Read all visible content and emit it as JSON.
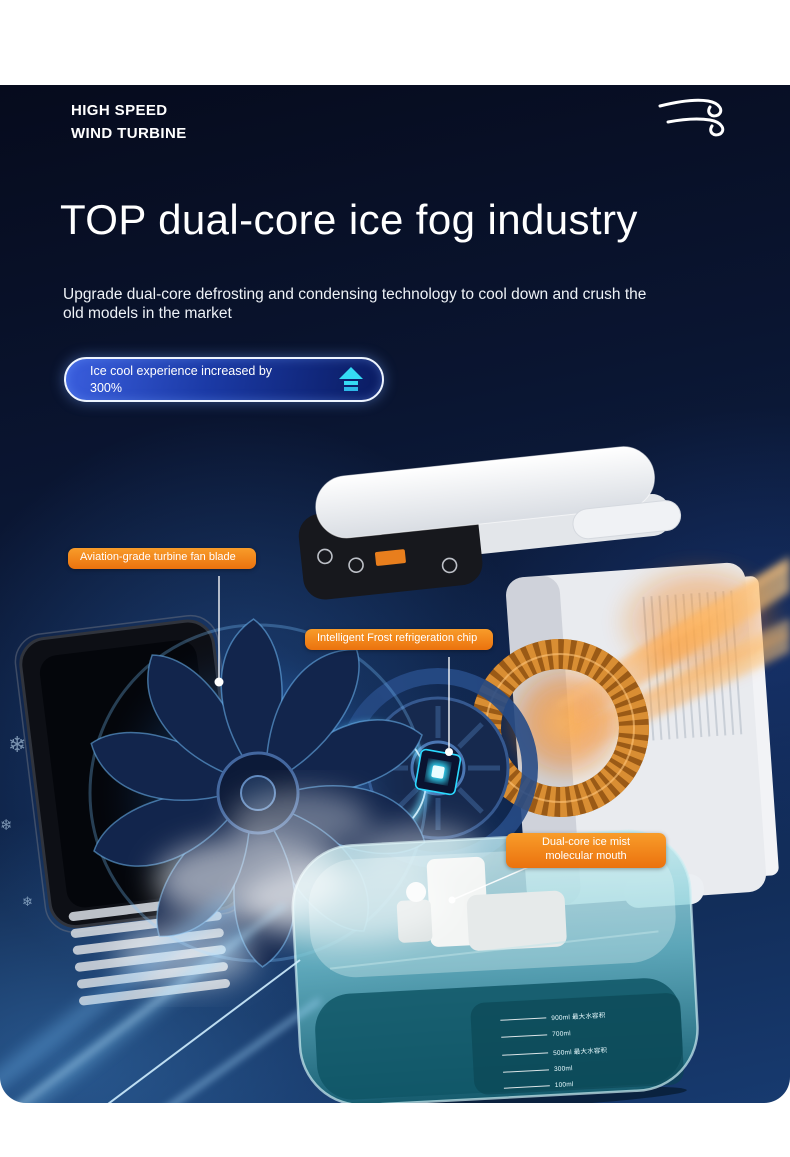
{
  "colors": {
    "background_top": "#060b1d",
    "background_glow_blue": "#1a3f78",
    "accent_orange": "#f08218",
    "badge_blue": "#2b4fd0",
    "badge_border": "#edf4ff",
    "cyan_accent": "#35dbf4",
    "text_white": "#ffffff"
  },
  "icons": {
    "wind": "wind-swirl-icon",
    "badge_arrow": "striped-up-arrow-icon",
    "snowflakes": "snowflake-decoration"
  },
  "header": {
    "tagline_line1": "HIGH SPEED",
    "tagline_line2": "WIND TURBINE"
  },
  "hero": {
    "title": "TOP dual-core ice fog industry",
    "subtitle": "Upgrade dual-core defrosting and condensing technology to cool down and crush the old models in the market",
    "badge_line1": "Ice cool experience increased by",
    "badge_line2": "300%"
  },
  "callouts": [
    {
      "id": "fan-blade",
      "label": "Aviation-grade turbine fan blade"
    },
    {
      "id": "refrigeration-chip",
      "label": "Intelligent Frost refrigeration chip"
    },
    {
      "id": "mist-mouth",
      "label": "Dual-core ice mist molecular mouth"
    }
  ],
  "tank": {
    "scale_labels": [
      "900ml 最大水容积",
      "700ml",
      "500ml 最大水容积",
      "300ml",
      "100ml"
    ]
  }
}
